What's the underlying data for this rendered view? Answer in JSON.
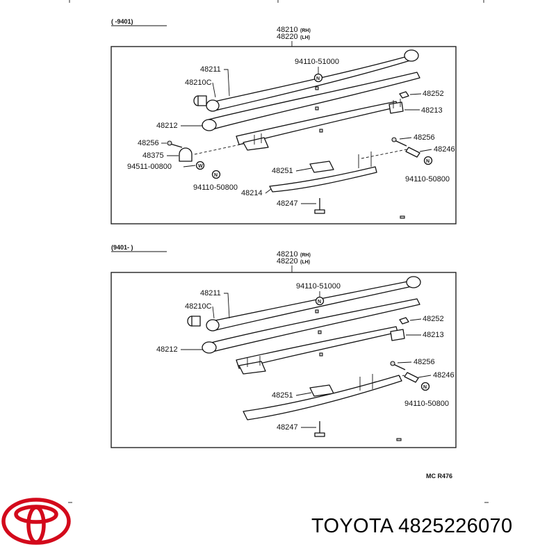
{
  "brand": {
    "part_number_text": "TOYOTA 4825226070",
    "logo_color": "#d3091b"
  },
  "diagram_code": "MC  R476",
  "upper_panel": {
    "date_range": "(       -9401)",
    "main_part": "48210",
    "main_part_rh": "(RH)",
    "alt_part": "48220",
    "alt_part_lh": "(LH)",
    "labels": {
      "p48211": "48211",
      "p48210c": "48210C",
      "p48212": "48212",
      "p48256_left": "48256",
      "p48375": "48375",
      "p94511": "94511-00800",
      "p94110_50800_left": "94110-50800",
      "p94110_51000": "94110-51000",
      "p48252": "48252",
      "p48213": "48213",
      "p48256_right": "48256",
      "p48246": "48246",
      "p94110_50800_right": "94110-50800",
      "p48251": "48251",
      "p48214": "48214",
      "p48247": "48247"
    }
  },
  "lower_panel": {
    "date_range": "(9401-       )",
    "main_part": "48210",
    "main_part_rh": "(RH)",
    "alt_part": "48220",
    "alt_part_lh": "(LH)",
    "labels": {
      "p48211": "48211",
      "p48210c": "48210C",
      "p48212": "48212",
      "p94110_51000": "94110-51000",
      "p48252": "48252",
      "p48213": "48213",
      "p48256": "48256",
      "p48246": "48246",
      "p94110_50800": "94110-50800",
      "p48251": "48251",
      "p48247": "48247"
    }
  },
  "symbols": {
    "nut_symbol": "N",
    "washer_symbol": "W"
  }
}
